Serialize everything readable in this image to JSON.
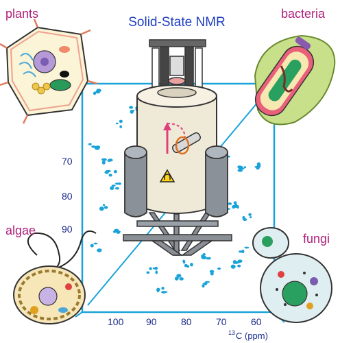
{
  "title": "Solid-State NMR",
  "organisms": {
    "plants": "plants",
    "bacteria": "bacteria",
    "algae": "algae",
    "fungi": "fungi"
  },
  "spectrum": {
    "x_axis_label": "C (ppm)",
    "x_axis_isotope": "13",
    "x_ticks": [
      "100",
      "90",
      "80",
      "70",
      "60"
    ],
    "y_ticks": [
      "70",
      "80",
      "90"
    ]
  },
  "colors": {
    "title": "#1f3fbf",
    "organism_label": "#b0207a",
    "spectrum": "#1aa3d9",
    "axis_text": "#1a2a8c"
  }
}
